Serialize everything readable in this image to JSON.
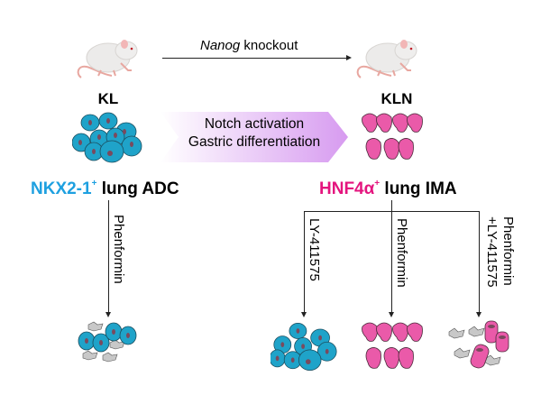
{
  "top": {
    "left_model": "KL",
    "right_model": "KLN",
    "arrow_label_gene": "Nanog",
    "arrow_label_rest": " knockout"
  },
  "banner": {
    "line1": "Notch activation",
    "line2": "Gastric differentiation"
  },
  "left_tumor": {
    "marker": "NKX2-1",
    "marker_sup": "+",
    "type": " lung ADC",
    "marker_color": "#1ea0e0",
    "treatment": "Phenformin"
  },
  "right_tumor": {
    "marker": "HNF4α",
    "marker_sup": "+",
    "type": " lung IMA",
    "marker_color": "#e4147e",
    "treatments": [
      "LY-411575",
      "Phenformin",
      "Phenformin\n+LY-411575"
    ],
    "treatment_line1": [
      "LY-411575",
      "Phenformin",
      "Phenformin"
    ],
    "treatment_line2": [
      "",
      "",
      "+LY-411575"
    ]
  },
  "colors": {
    "adc_cell": "#1fa3c9",
    "ima_cell": "#ea5aa9",
    "dead_cell": "#c8c8c8",
    "banner_start": "#ffffff",
    "banner_end": "#d79bf0"
  }
}
